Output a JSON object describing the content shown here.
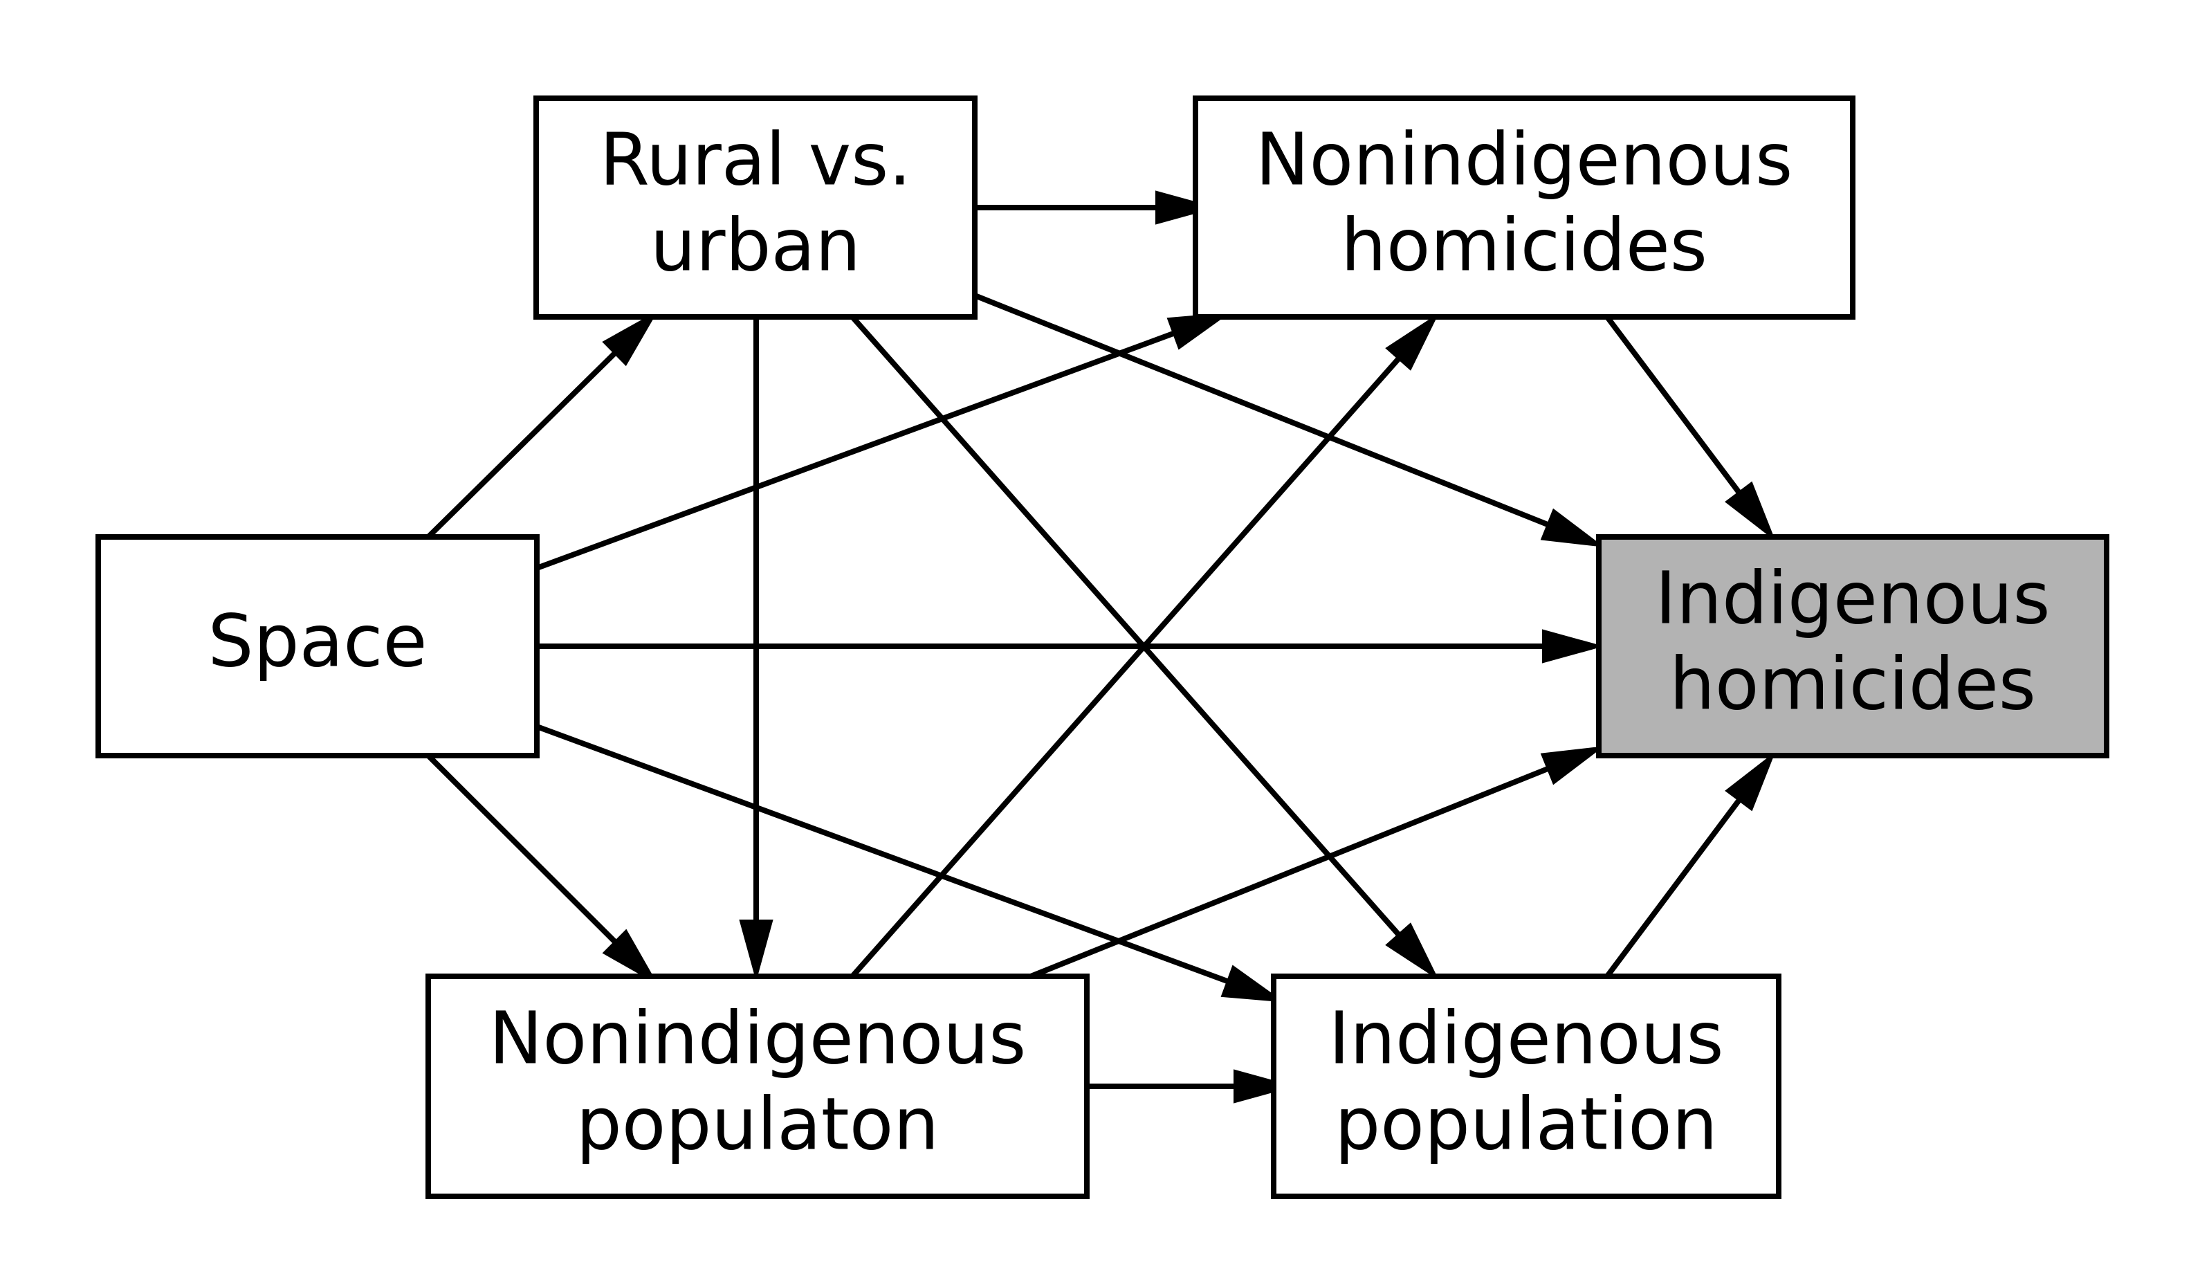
{
  "nodes": [
    {
      "id": "space",
      "lines": [
        "Space"
      ],
      "highlight": false
    },
    {
      "id": "rural",
      "lines": [
        "Rural vs.",
        "urban"
      ],
      "highlight": false
    },
    {
      "id": "nonind_hom",
      "lines": [
        "Nonindigenous",
        "homicides"
      ],
      "highlight": false
    },
    {
      "id": "ind_hom",
      "lines": [
        "Indigenous",
        "homicides"
      ],
      "highlight": true
    },
    {
      "id": "nonind_pop",
      "lines": [
        "Nonindigenous",
        "populaton"
      ],
      "highlight": false
    },
    {
      "id": "ind_pop",
      "lines": [
        "Indigenous",
        "population"
      ],
      "highlight": false
    }
  ],
  "edges": [
    {
      "from": "space",
      "to": "rural"
    },
    {
      "from": "space",
      "to": "nonind_hom"
    },
    {
      "from": "space",
      "to": "ind_hom"
    },
    {
      "from": "space",
      "to": "nonind_pop"
    },
    {
      "from": "space",
      "to": "ind_pop"
    },
    {
      "from": "rural",
      "to": "nonind_hom"
    },
    {
      "from": "rural",
      "to": "ind_hom"
    },
    {
      "from": "rural",
      "to": "nonind_pop"
    },
    {
      "from": "rural",
      "to": "ind_pop"
    },
    {
      "from": "nonind_hom",
      "to": "ind_hom"
    },
    {
      "from": "nonind_pop",
      "to": "nonind_hom"
    },
    {
      "from": "nonind_pop",
      "to": "ind_hom"
    },
    {
      "from": "nonind_pop",
      "to": "ind_pop"
    },
    {
      "from": "ind_pop",
      "to": "ind_hom"
    }
  ],
  "colors": {
    "highlight_fill": "#b3b3b3",
    "default_fill": "#ffffff",
    "stroke": "#000000"
  }
}
